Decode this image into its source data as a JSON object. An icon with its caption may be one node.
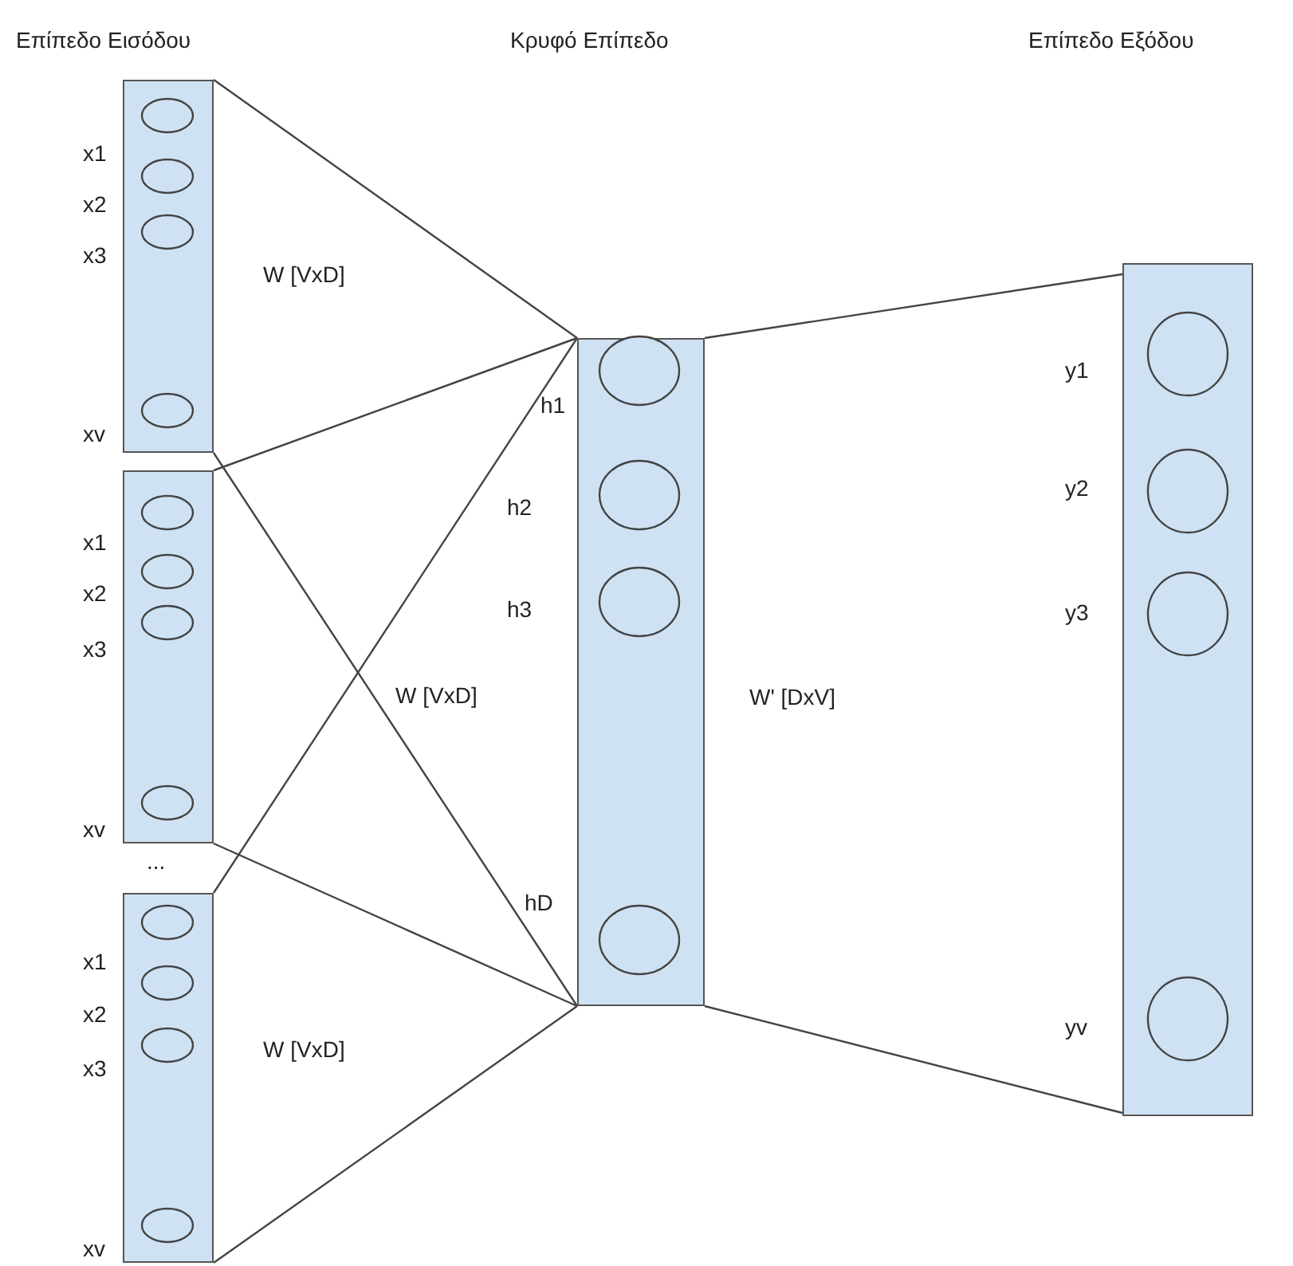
{
  "diagram": {
    "nodes": [
      {
        "text": [],
        "shape": "bar"
      },
      {
        "text": [],
        "shape": "circle",
        "in": 0,
        "beside": [
          "x1"
        ]
      },
      {
        "text": [],
        "shape": "circle",
        "in": 0,
        "beside": [
          "x2"
        ]
      },
      {
        "text": [],
        "shape": "circle",
        "in": 0,
        "beside": [
          "x3"
        ]
      },
      {
        "text": [],
        "shape": "circle",
        "in": 0,
        "beside": [
          "xv"
        ]
      },
      {
        "text": [],
        "shape": "bar"
      },
      {
        "text": [],
        "shape": "circle",
        "in": 5,
        "beside": [
          "x1"
        ]
      },
      {
        "text": [],
        "shape": "circle",
        "in": 5,
        "beside": [
          "x2"
        ]
      },
      {
        "text": [],
        "shape": "circle",
        "in": 5,
        "beside": [
          "x3"
        ]
      },
      {
        "text": [],
        "shape": "circle",
        "in": 5,
        "beside": [
          "xv"
        ]
      },
      {
        "text": [],
        "shape": "bar"
      },
      {
        "text": [],
        "shape": "circle",
        "in": 10,
        "beside": [
          "x1"
        ]
      },
      {
        "text": [],
        "shape": "circle",
        "in": 10,
        "beside": [
          "x2"
        ]
      },
      {
        "text": [],
        "shape": "circle",
        "in": 10,
        "beside": [
          "x3"
        ]
      },
      {
        "text": [],
        "shape": "circle",
        "in": 10,
        "beside": [
          "xv"
        ]
      },
      {
        "text": [],
        "shape": "bar"
      },
      {
        "text": [],
        "shape": "circle",
        "in": 15,
        "beside": [
          "h1"
        ]
      },
      {
        "text": [],
        "shape": "circle",
        "in": 15,
        "beside": [
          "h2"
        ]
      },
      {
        "text": [],
        "shape": "circle",
        "in": 15,
        "beside": [
          "h3"
        ]
      },
      {
        "text": [],
        "shape": "circle",
        "in": 15,
        "beside": [
          "hD"
        ]
      },
      {
        "text": [],
        "shape": "bar"
      },
      {
        "text": [],
        "shape": "circle",
        "in": 20,
        "beside": [
          "y1"
        ]
      },
      {
        "text": [],
        "shape": "circle",
        "in": 20,
        "beside": [
          "y2"
        ]
      },
      {
        "text": [],
        "shape": "circle",
        "in": 20,
        "beside": [
          "y3"
        ]
      },
      {
        "text": [],
        "shape": "circle",
        "in": 20,
        "beside": [
          "yv"
        ]
      }
    ],
    "edges": [
      {
        "from": 0,
        "to": 15,
        "arrow": "none"
      },
      {
        "from": 0,
        "to": 15,
        "arrow": "none"
      },
      {
        "from": 5,
        "to": 15,
        "arrow": "none"
      },
      {
        "from": 5,
        "to": 15,
        "arrow": "none"
      },
      {
        "from": 10,
        "to": 15,
        "arrow": "none"
      },
      {
        "from": 10,
        "to": 15,
        "arrow": "none"
      },
      {
        "from": 15,
        "to": 20,
        "arrow": "none"
      },
      {
        "from": 15,
        "to": 20,
        "arrow": "none"
      }
    ],
    "labels": [
      "Επίπεδο Εισόδου",
      "Κρυφό Επίπεδο",
      "Επίπεδο Εξόδου",
      "W [VxD]",
      "W [VxD]",
      "W' [DxV]",
      "...",
      "W [VxD]"
    ]
  }
}
